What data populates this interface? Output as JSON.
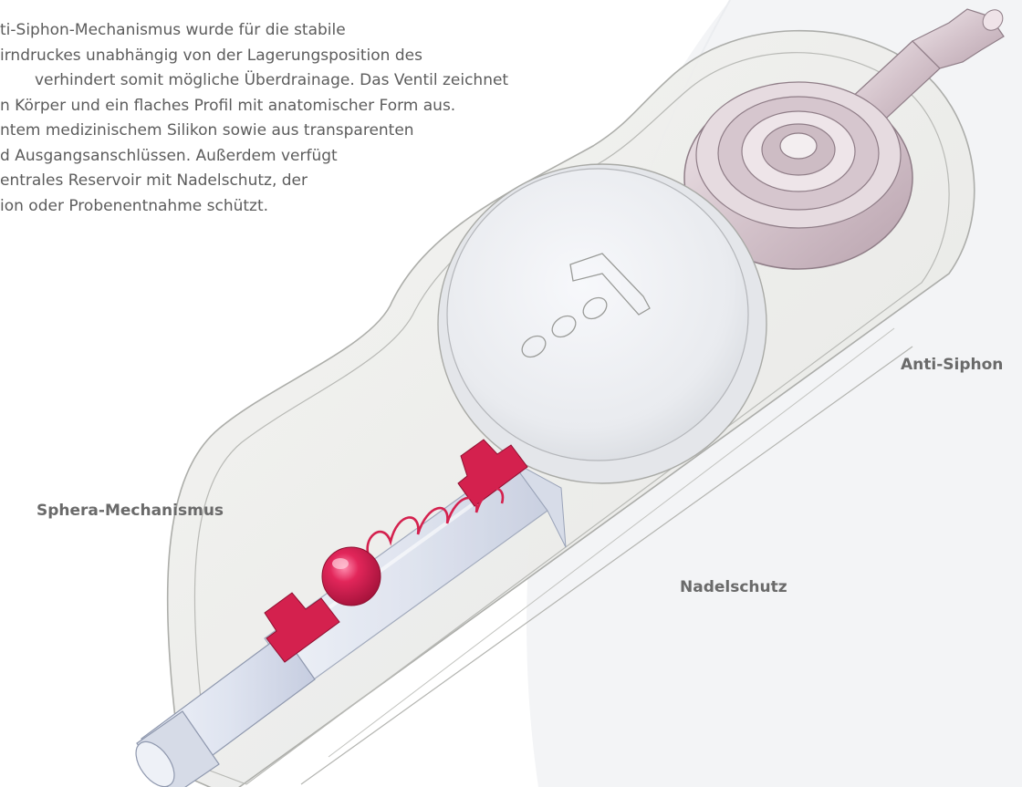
{
  "description": {
    "lines": [
      "ti-Siphon-Mechanismus wurde für die stabile",
      "irndruckes unabhängig von der Lagerungsposition des",
      "verhindert somit mögliche Überdrainage. Das Ventil zeichnet",
      "n Körper und ein flaches Profil mit anatomischer Form aus.",
      "ntem medizinischem Silikon sowie aus transparenten",
      "d Ausgangsanschlüssen. Außerdem verfügt",
      "entrales Reservoir mit Nadelschutz, der",
      "ion oder Probenentnahme schützt."
    ]
  },
  "labels": {
    "anti_siphon": "Anti-Siphon",
    "sphera": "Sphera-Mechanismus",
    "nadelschutz": "Nadelschutz"
  },
  "colors": {
    "text": "#5c5c5c",
    "label": "#6a6a6a",
    "housing": "#eeefed",
    "housing_stroke": "#a9aaa6",
    "accent_red": "#d4214e",
    "connector": "#c9b7bf",
    "swoosh": "#f2f3f5"
  }
}
